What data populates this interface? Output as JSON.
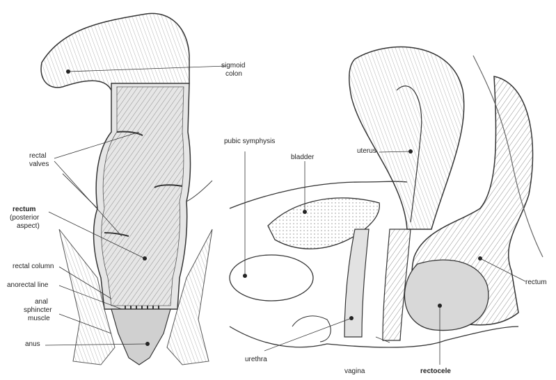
{
  "left_figure": {
    "labels": {
      "sigmoid_colon_1": "sigmoid",
      "sigmoid_colon_2": "colon",
      "rectal_valves_1": "rectal",
      "rectal_valves_2": "valves",
      "rectum_1": "rectum",
      "rectum_2": "(posterior",
      "rectum_3": "aspect)",
      "rectal_column": "rectal column",
      "anorectal_line": "anorectal line",
      "anal_sphincter_1": "anal",
      "anal_sphincter_2": "sphincter",
      "anal_sphincter_3": "muscle",
      "anus": "anus"
    }
  },
  "right_figure": {
    "labels": {
      "pubic_symphysis": "pubic symphysis",
      "bladder": "bladder",
      "uterus": "uterus",
      "rectum": "rectum",
      "urethra": "urethra",
      "vagina": "vagina",
      "rectocele": "rectocele"
    }
  },
  "colors": {
    "ink": "#222222",
    "shade": "#9a9a9a",
    "tissue": "#d8d8d8"
  }
}
